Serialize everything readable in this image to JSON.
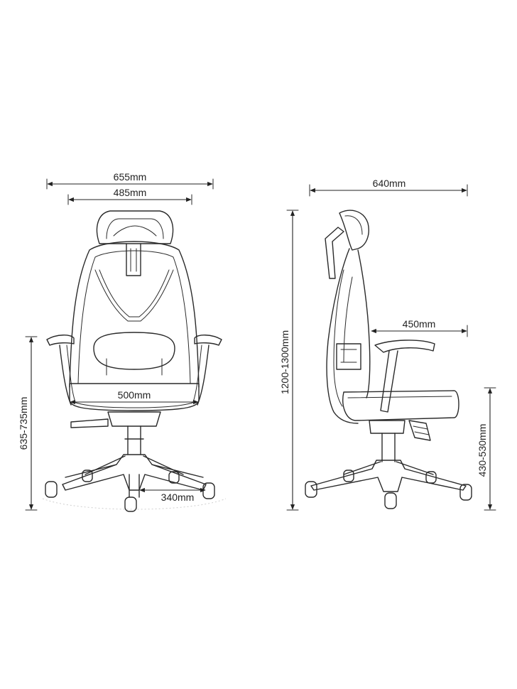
{
  "front_view": {
    "overall_width": "655mm",
    "back_width": "485mm",
    "seat_width": "500mm",
    "base_radius": "340mm",
    "armrest_height": "635-735mm"
  },
  "side_view": {
    "overall_depth": "640mm",
    "overall_height": "1200-1300mm",
    "seat_depth": "450mm",
    "seat_height": "430-530mm"
  }
}
